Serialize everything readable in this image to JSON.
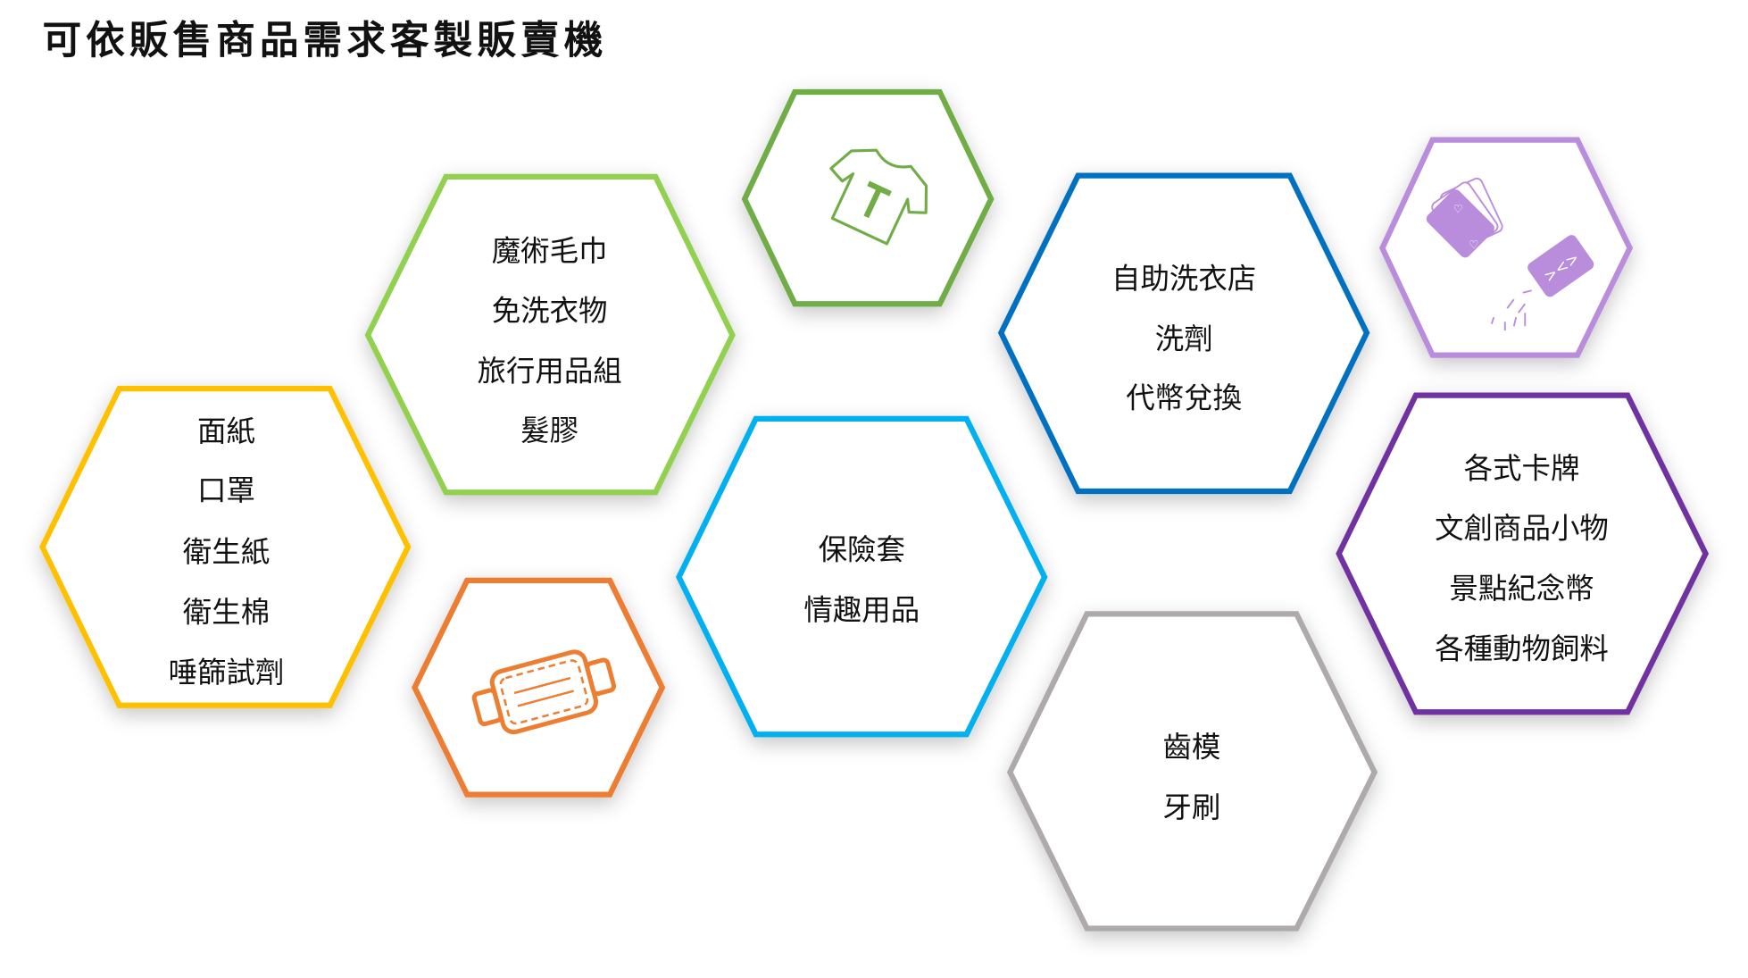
{
  "title": "可依販售商品需求客製販賣機",
  "hexagons": [
    {
      "id": "yellow",
      "color": "#FFC000",
      "items": [
        "面紙",
        "口罩",
        "衛生紙",
        "衛生棉",
        "唾篩試劑"
      ]
    },
    {
      "id": "light-green",
      "color": "#92D050",
      "items": [
        "魔術毛巾",
        "免洗衣物",
        "旅行用品組",
        "髮膠"
      ]
    },
    {
      "id": "tshirt",
      "color": "#70AD47",
      "icon": "tshirt-icon"
    },
    {
      "id": "mask",
      "color": "#ED7D31",
      "icon": "face-mask-icon"
    },
    {
      "id": "cyan",
      "color": "#00B0F0",
      "items": [
        "保險套",
        "情趣用品"
      ]
    },
    {
      "id": "blue",
      "color": "#0070C0",
      "items": [
        "自助洗衣店",
        "洗劑",
        "代幣兌換"
      ]
    },
    {
      "id": "cards-feed",
      "color": "#B98CDC",
      "icon": "cards-and-fish-feed-icon"
    },
    {
      "id": "purple",
      "color": "#7030A0",
      "items": [
        "各式卡牌",
        "文創商品小物",
        "景點紀念幣",
        "各種動物飼料"
      ]
    },
    {
      "id": "gray",
      "color": "#AEAAAA",
      "items": [
        "齒模",
        "牙刷"
      ]
    }
  ]
}
